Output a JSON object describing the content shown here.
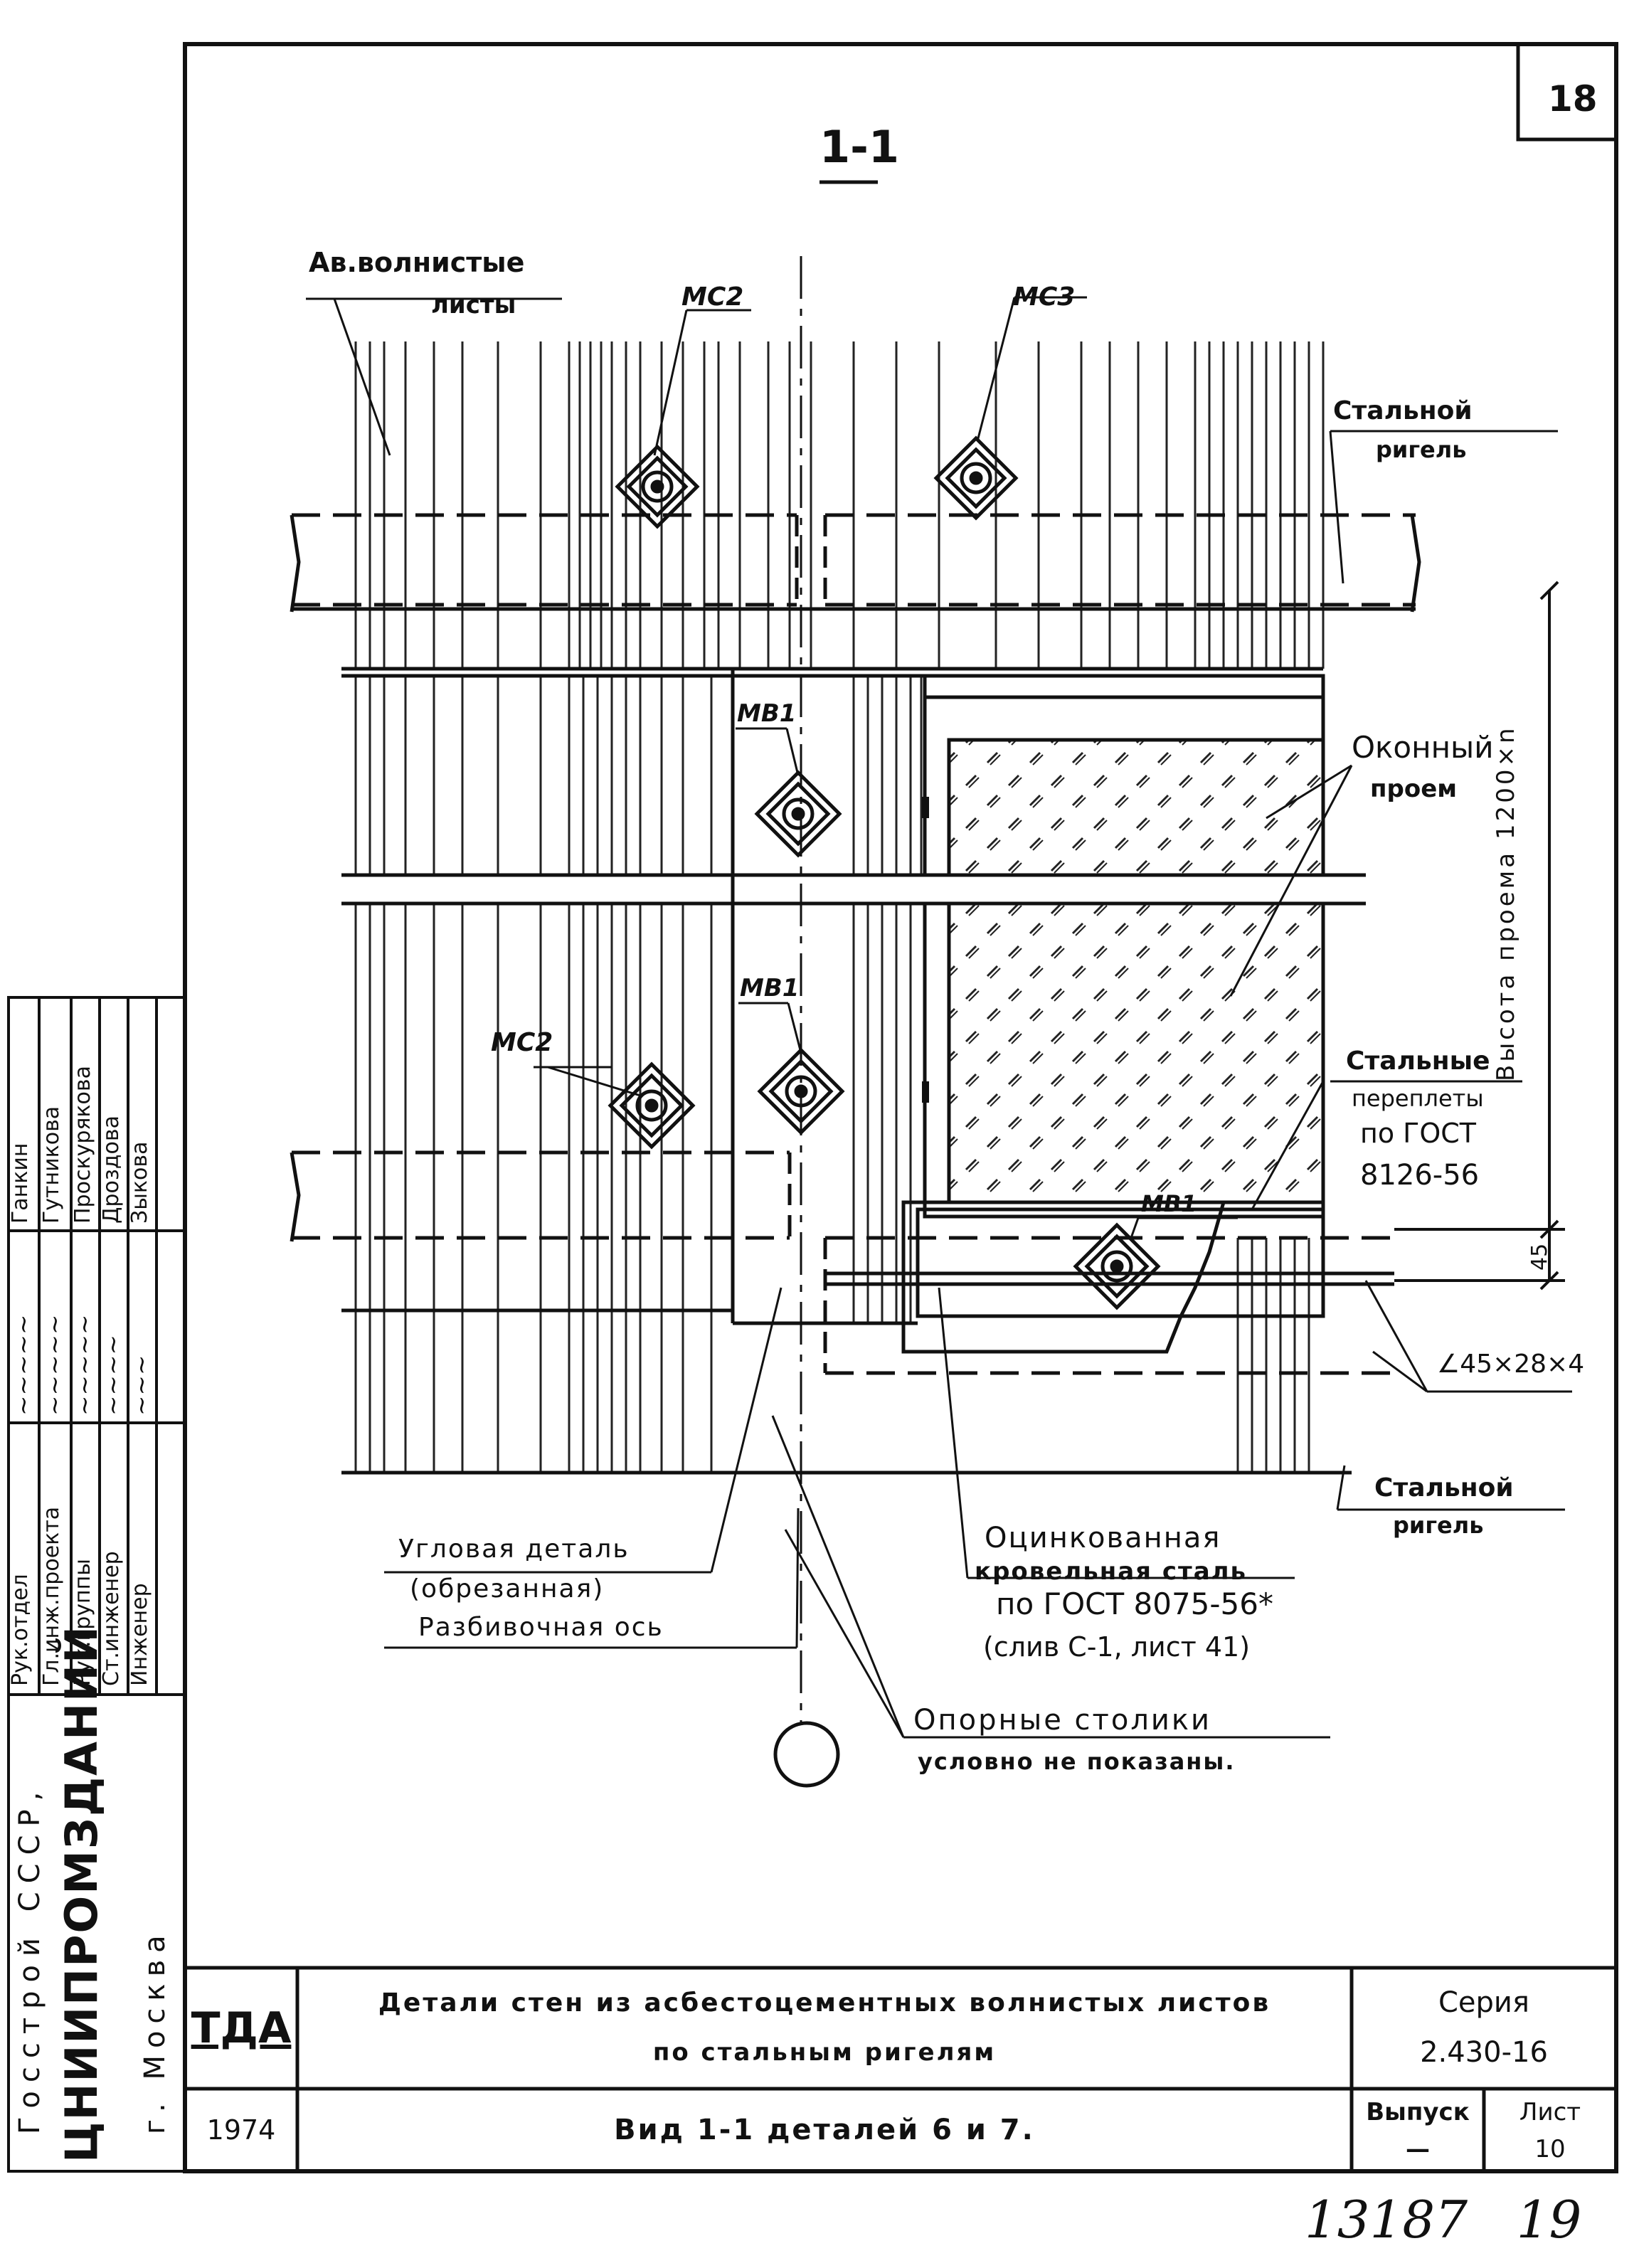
{
  "sheet_number": "18",
  "section_mark": "1-1",
  "labels": {
    "asbestos_sheets_line1": "Ав.волнистые",
    "asbestos_sheets_line2": "листы",
    "mc2_top": "МС2",
    "mc3_top": "МС3",
    "steel_girder_top_line1": "Стальной",
    "steel_girder_top_line2": "ригель",
    "mb1_upper": "МВ1",
    "mb1_middle": "МВ1",
    "mb1_lower": "МВ1",
    "mc2_lower": "МС2",
    "window_line1": "Оконный",
    "window_line2": "проем",
    "opening_height": "Высота проема 1200×n",
    "steel_frames_line1": "Стальные",
    "steel_frames_line2": "переплеты",
    "steel_frames_line3": "по ГОСТ",
    "steel_frames_line4": "8126-56",
    "dim_45": "45",
    "angle_profile": "∠45×28×4",
    "steel_girder_bottom_line1": "Стальной",
    "steel_girder_bottom_line2": "ригель",
    "corner_detail_line1": "Угловая деталь",
    "corner_detail_line2": "(обрезанная)",
    "galvanized_line1": "Оцинкованная",
    "galvanized_line2": "кровельная сталь",
    "galvanized_line3": "по ГОСТ 8075-56*",
    "galvanized_line4": "(слив С-1, лист 41)",
    "layout_axis": "Разбивочная ось",
    "support_tables_line1": "Опорные столики",
    "support_tables_line2": "условно не показаны."
  },
  "signature_block": {
    "org_line1": "Госстрой СССР,",
    "org_line2": "ЦНИИПРОМЗДАНИЙ",
    "org_line3": "г. Москва",
    "roles": [
      "Рук.отдел",
      "Гл.инж.проекта",
      "Рук.группы",
      "Ст.инженер",
      "Инженер"
    ],
    "names": [
      "Ганкин",
      "Гутникова",
      "Проскурякова",
      "Дроздова",
      "Зыкова"
    ]
  },
  "title_block": {
    "logo": "ТДА",
    "year": "1974",
    "title_line1": "Детали стен из асбестоцементных волнистых листов",
    "title_line2": "по стальным ригелям",
    "subtitle": "Вид 1-1 деталей 6 и 7.",
    "series_label": "Серия",
    "series_value": "2.430-16",
    "issue_label": "Выпуск",
    "issue_value": "—",
    "sheet_label": "Лист",
    "sheet_value": "10"
  },
  "footer_handwritten": "13187   19"
}
